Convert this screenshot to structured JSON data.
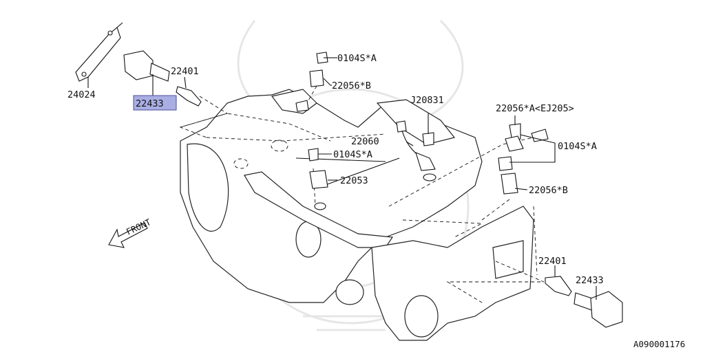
{
  "diagram": {
    "callouts": {
      "part_24024": "24024",
      "part_22433_top": "22433",
      "part_22401_top": "22401",
      "part_0104S_a_1": "0104S*A",
      "part_22056_b_1": "22056*B",
      "part_j20831": "J20831",
      "part_22060": "22060",
      "part_0104S_a_2": "0104S*A",
      "part_22053": "22053",
      "part_22056_a": "22056*A<EJ205>",
      "part_0104S_a_3": "0104S*A",
      "part_22056_b_2": "22056*B",
      "part_22401_bottom": "22401",
      "part_22433_bottom": "22433"
    },
    "front_arrow_label": "FRONT",
    "figure_id": "A090001176",
    "highlight_color": "#a9aee3"
  }
}
